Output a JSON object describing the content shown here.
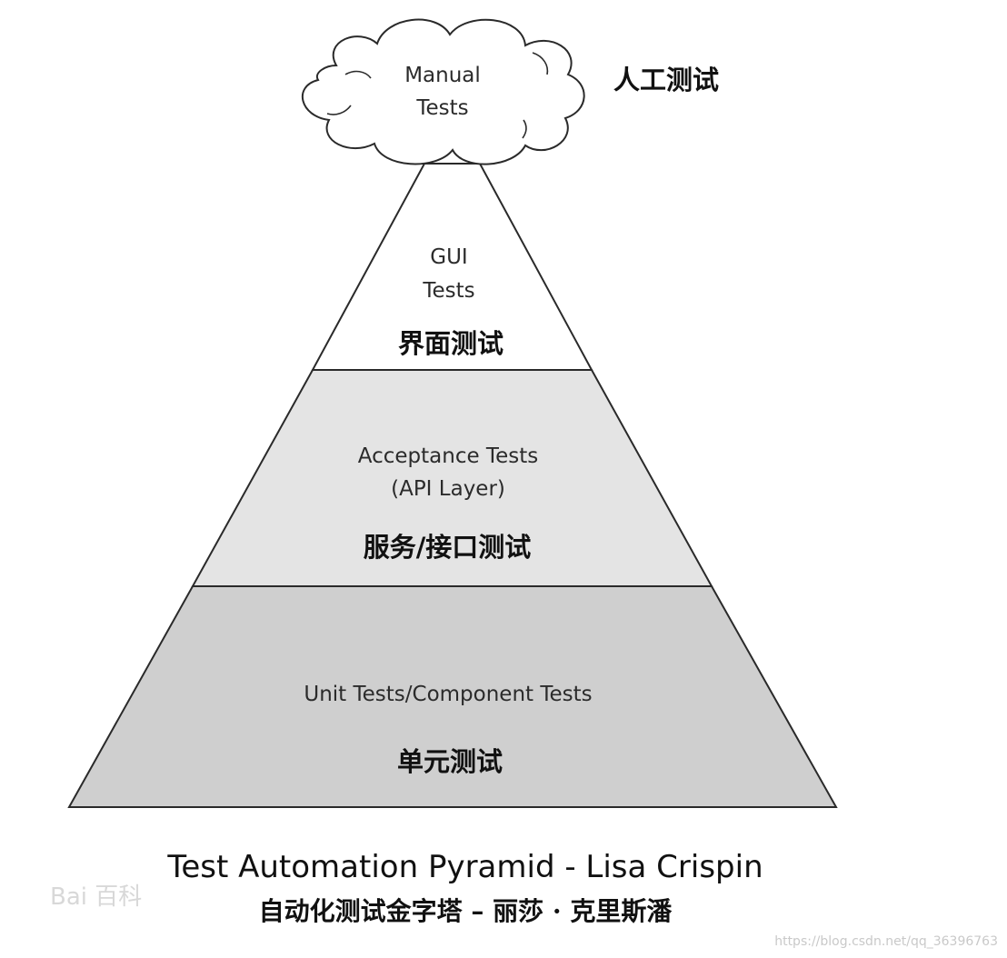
{
  "diagram": {
    "cloud": {
      "line1": "Manual",
      "line2": "Tests",
      "cn": "人工测试"
    },
    "layers": {
      "gui": {
        "line1": "GUI",
        "line2": "Tests",
        "cn": "界面测试"
      },
      "acceptance": {
        "line1": "Acceptance Tests",
        "line2": "(API Layer)",
        "cn": "服务/接口测试"
      },
      "unit": {
        "line1": "Unit Tests/Component Tests",
        "cn": "单元测试"
      }
    },
    "colors": {
      "gui": "#ffffff",
      "acceptance": "#e4e4e4",
      "unit": "#cfcfcf",
      "stroke": "#2a2a2a"
    }
  },
  "caption": {
    "title_en": "Test Automation Pyramid - Lisa Crispin",
    "title_cn": "自动化测试金字塔 – 丽莎 · 克里斯潘"
  },
  "watermarks": {
    "baidu": "Bai 百科",
    "csdn": "https://blog.csdn.net/qq_36396763"
  }
}
